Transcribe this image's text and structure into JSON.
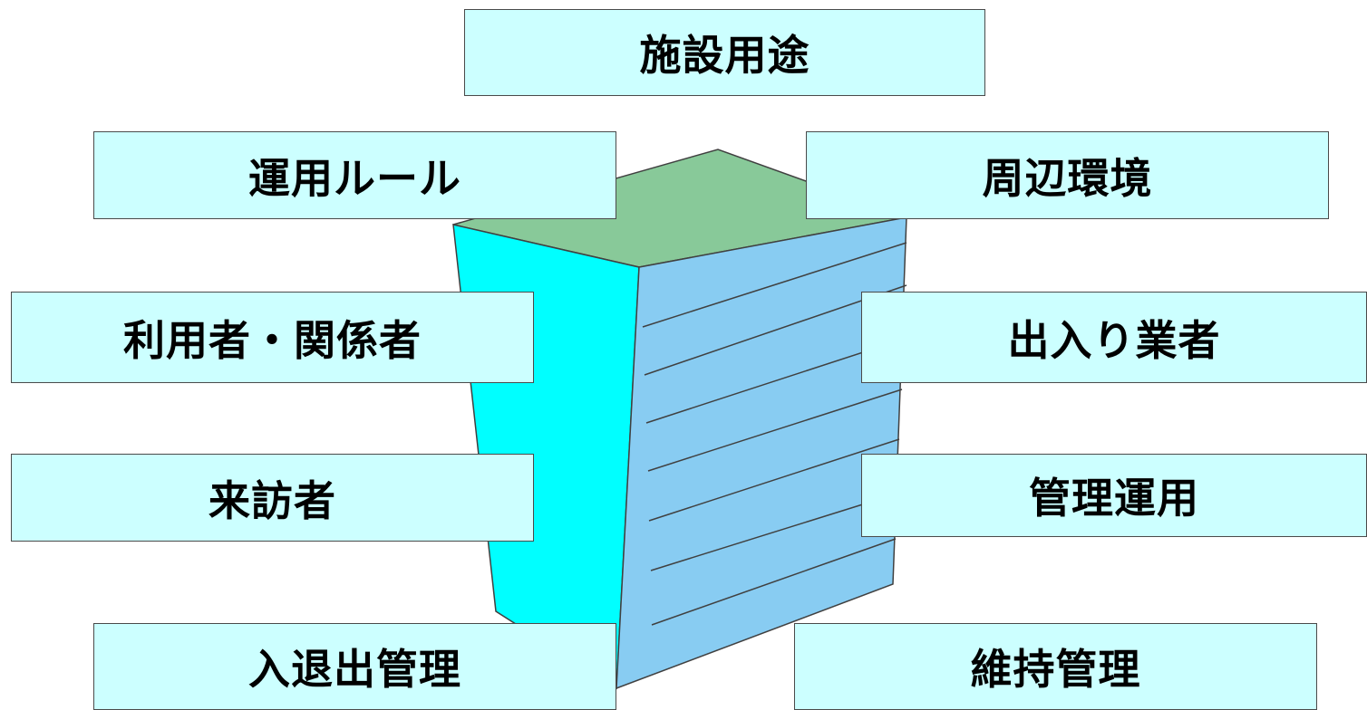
{
  "diagram": {
    "labels": {
      "facility_use": "施設用途",
      "operation_rules": "運用ルール",
      "surroundings": "周辺環境",
      "users_related": "利用者・関係者",
      "contractors": "出入り業者",
      "visitors": "来訪者",
      "management_operation": "管理運用",
      "access_control": "入退出管理",
      "maintenance": "維持管理"
    },
    "colors": {
      "box_fill": "#ccffff",
      "box_border": "#4a4a4a",
      "roof": "#88c999",
      "left_face": "#00ffff",
      "right_face": "#88ccf2",
      "floor_lines": "#404040"
    }
  }
}
